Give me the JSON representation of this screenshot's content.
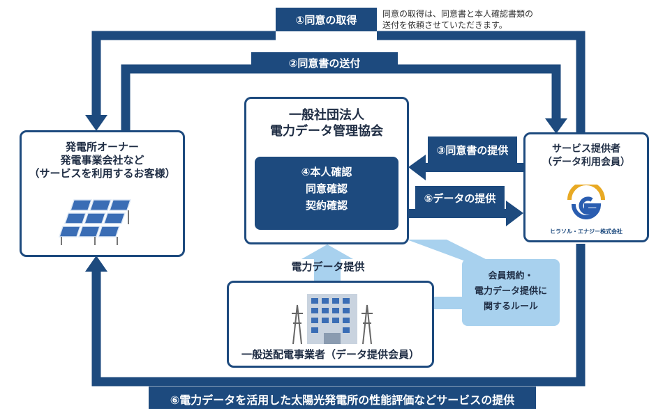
{
  "steps": {
    "s1": "①同意の取得",
    "s2": "②同意書の送付",
    "s3": "③同意書の提供",
    "s4_line1": "④本人確認",
    "s4_line2": "同意確認",
    "s4_line3": "契約確認",
    "s5": "⑤データの提供",
    "s6": "⑥電力データを活用した太陽光発電所の性能評価などサービスの提供"
  },
  "note": {
    "line1": "同意の取得は、同意書と本人確認書類の",
    "line2": "送付を依頼させていただきます。"
  },
  "owner": {
    "line1": "発電所オーナー",
    "line2": "発電事業会社など",
    "line3": "（サービスを利用するお客様）"
  },
  "association": {
    "line1": "一般社団法人",
    "line2": "電力データ管理協会"
  },
  "provider": {
    "line1": "サービス提供者",
    "line2": "（データ利用会員）",
    "logo_text": "ヒラソル・エナジー株式会社"
  },
  "utility": {
    "label": "一般送配電事業者（データ提供会員）",
    "arrow_label": "電力データ提供"
  },
  "rules": {
    "line1": "会員規約・",
    "line2": "電力データ提供に",
    "line3": "関するルール"
  },
  "colors": {
    "navy": "#1d4a7e",
    "light_blue": "#a8d1ee",
    "panel_blue": "#3a6db5",
    "logo_gold": "#e8a923"
  },
  "icons": [
    "solar-panel-icon",
    "building-icon",
    "power-tower-icon",
    "company-logo-icon"
  ]
}
